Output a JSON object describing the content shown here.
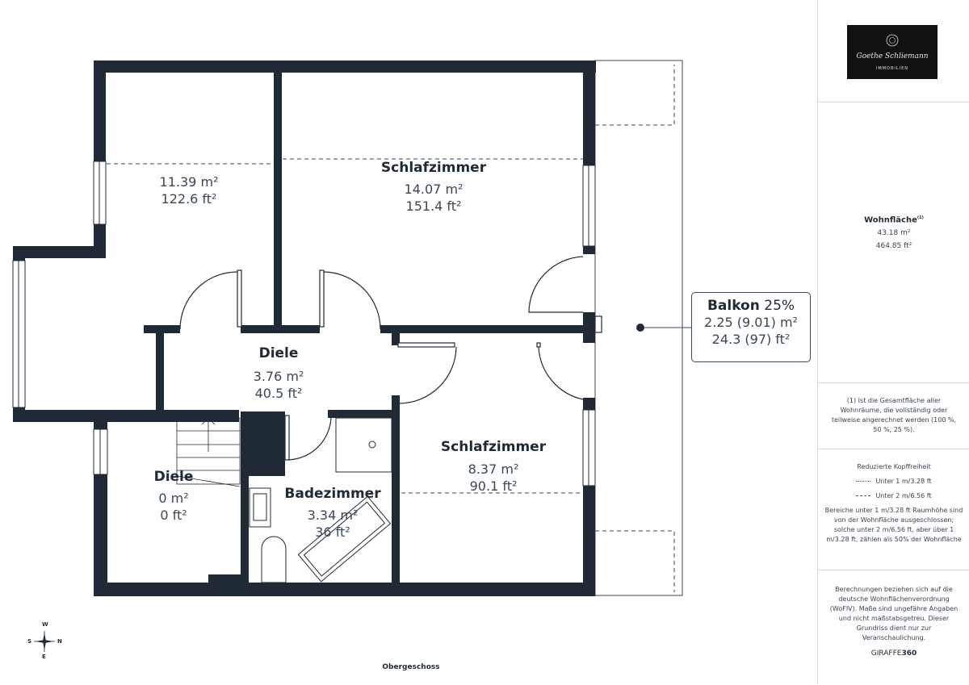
{
  "floor_label": "Obergeschoss",
  "compass": {
    "n": "N",
    "s": "S",
    "w": "W",
    "e": "E"
  },
  "rooms": [
    {
      "name": "",
      "area_m2": "11.39 m²",
      "area_ft2": "122.6 ft²"
    },
    {
      "name": "Schlafzimmer",
      "area_m2": "14.07 m²",
      "area_ft2": "151.4 ft²"
    },
    {
      "name": "Diele",
      "area_m2": "3.76 m²",
      "area_ft2": "40.5 ft²"
    },
    {
      "name": "Schlafzimmer",
      "area_m2": "8.37 m²",
      "area_ft2": "90.1 ft²"
    },
    {
      "name": "Diele",
      "area_m2": "0 m²",
      "area_ft2": "0 ft²"
    },
    {
      "name": "Badezimmer",
      "area_m2": "3.34 m²",
      "area_ft2": "36 ft²"
    }
  ],
  "balcony": {
    "name": "Balkon",
    "percent": "25%",
    "area_m2": "2.25 (9.01) m²",
    "area_ft2": "24.3 (97) ft²"
  },
  "sidebar": {
    "logo_text": "Goethe Schliemann",
    "logo_sub": "IMMOBILIEN",
    "living_area_title": "Wohnfläche",
    "living_area_note_marker": "(1)",
    "living_area_m2": "43.18 m²",
    "living_area_ft2": "464.85 ft²",
    "footnote": "(1) Ist die Gesamtfläche aller Wohnräume, die vollständig oder teilweise angerechnet werden (100 %, 50 %, 25 %).",
    "headroom_title": "Reduzierte Kopffreiheit",
    "headroom_under1": "Unter 1 m/3.28 ft",
    "headroom_under2": "Unter 2 m/6.56 ft",
    "headroom_text": "Bereiche unter 1 m/3.28 ft Raumhöhe sind von der Wohnfläche ausgeschlossen; solche unter 2 m/6.56 ft, aber über 1 m/3.28 ft, zählen als 50% der Wohnfläche",
    "calc_text": "Berechnungen beziehen sich auf die deutsche Wohnflächenverordnung (WoFlV). Maße sind ungefähre Angaben und nicht maßstabsgetreu. Dieser Grundriss dient nur zur Veranschaulichung.",
    "brand_a": "GIRAFFE",
    "brand_b": "360"
  }
}
